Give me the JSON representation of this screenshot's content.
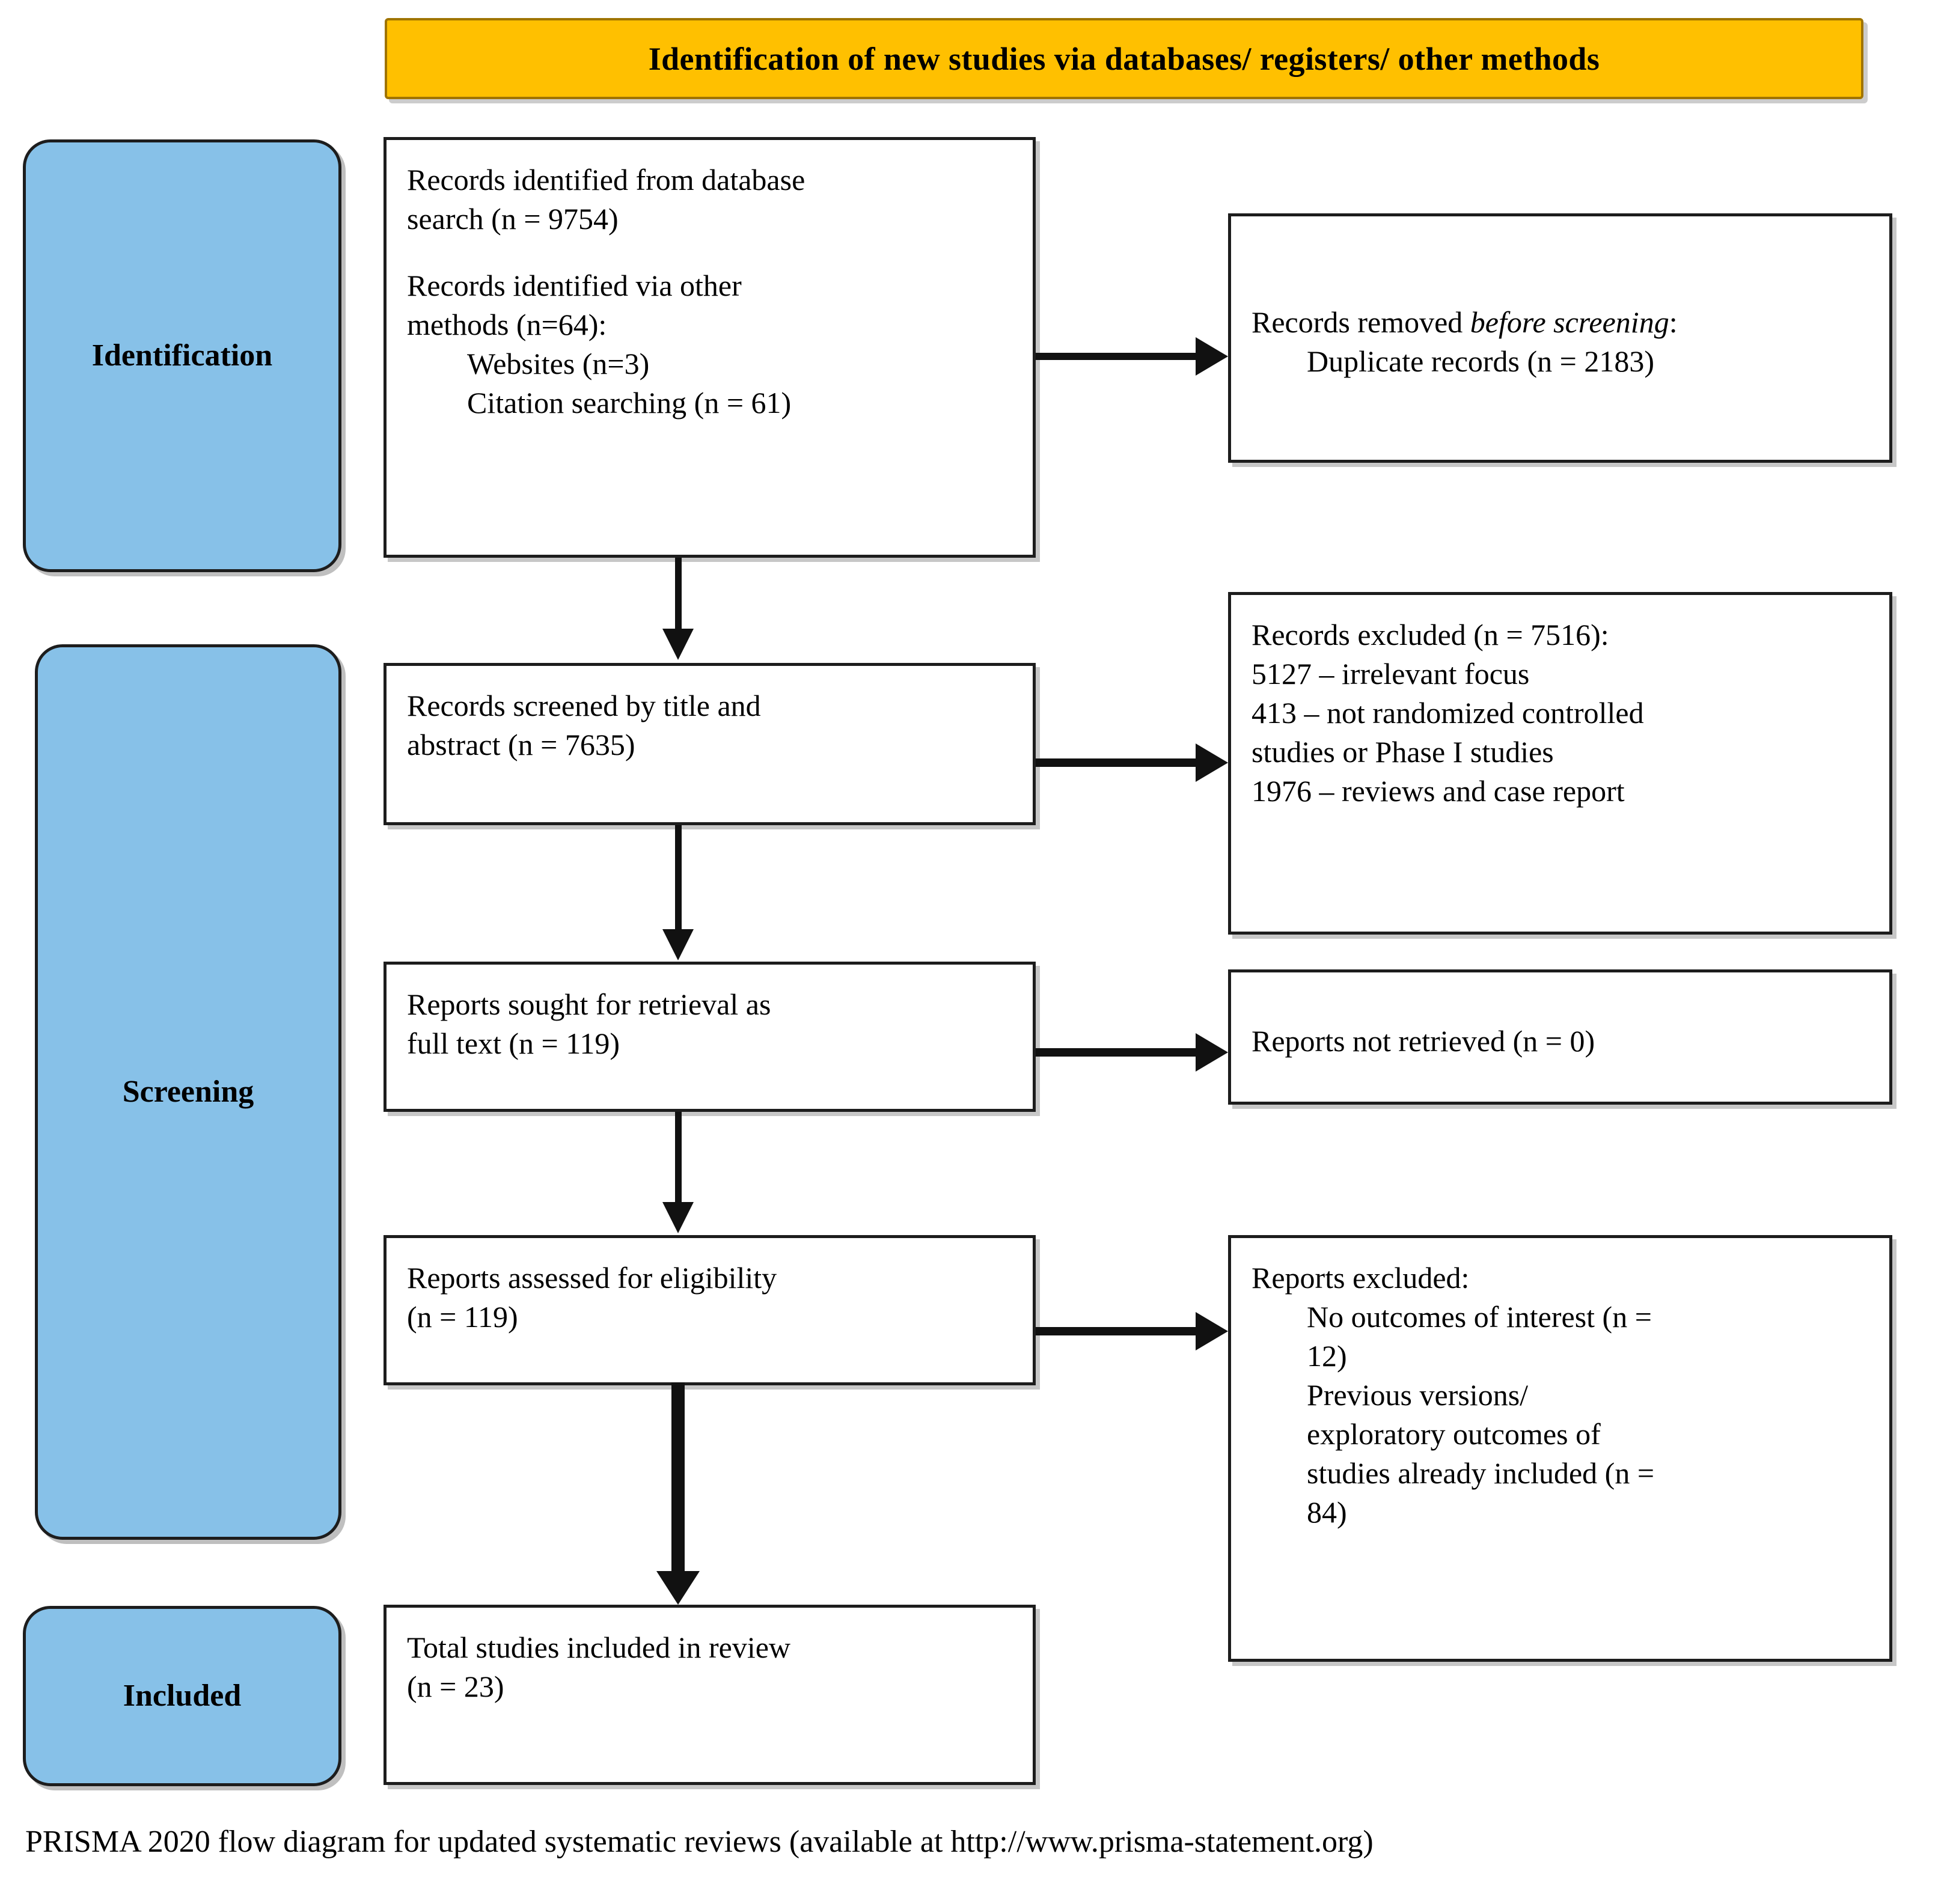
{
  "diagram": {
    "type": "prisma-flow-diagram",
    "banner": {
      "title": "Identification of new studies via databases/ registers/ other methods",
      "background_color": "#FFC000",
      "border_color": "#A07400"
    },
    "stage_label_color": "#87C1E8",
    "stages": [
      {
        "id": "identification",
        "label": "Identification"
      },
      {
        "id": "screening",
        "label": "Screening"
      },
      {
        "id": "included",
        "label": "Included"
      }
    ],
    "nodes": {
      "identified": {
        "lines": [
          "Records identified from database",
          "search (n = 9754)"
        ],
        "lines2": [
          "Records identified via other",
          "methods (n=64):"
        ],
        "sub": [
          "Websites (n=3)",
          "Citation searching (n = 61)"
        ]
      },
      "removed_before_screening": {
        "lead": "Records removed ",
        "lead_italic": "before screening",
        "lead_tail": ":",
        "detail": "Duplicate records (n = 2183)"
      },
      "screened": {
        "lines": [
          "Records screened by title and",
          "abstract (n = 7635)"
        ]
      },
      "records_excluded": {
        "lines": [
          "Records excluded (n = 7516):",
          "5127 – irrelevant focus",
          "413 – not randomized controlled",
          "studies or Phase I studies",
          "1976 – reviews and case report"
        ]
      },
      "sought_retrieval": {
        "lines": [
          "Reports sought for retrieval as",
          "full text (n = 119)"
        ]
      },
      "not_retrieved": {
        "lines": [
          "Reports not retrieved (n = 0)"
        ]
      },
      "assessed_eligibility": {
        "lines": [
          "Reports assessed for eligibility",
          "(n = 119)"
        ]
      },
      "reports_excluded": {
        "header": "Reports excluded:",
        "items": [
          "No outcomes of interest (n =",
          "12)",
          "Previous versions/",
          "exploratory outcomes of",
          "studies already included  (n =",
          "84)"
        ]
      },
      "total_included": {
        "lines": [
          "Total studies included in review",
          "(n = 23)"
        ]
      }
    },
    "counts": {
      "database_search": 9754,
      "other_methods": 64,
      "websites": 3,
      "citation_searching": 61,
      "duplicates_removed": 2183,
      "screened": 7635,
      "records_excluded_total": 7516,
      "excluded_irrelevant_focus": 5127,
      "excluded_not_rct_or_phase1": 413,
      "excluded_reviews_case_report": 1976,
      "sought_for_retrieval": 119,
      "not_retrieved": 0,
      "assessed_for_eligibility": 119,
      "excluded_no_outcomes": 12,
      "excluded_previous_versions": 84,
      "total_included": 23
    },
    "footer": "PRISMA  2020 flow diagram for updated systematic reviews (available at http://www.prisma-statement.org)"
  }
}
